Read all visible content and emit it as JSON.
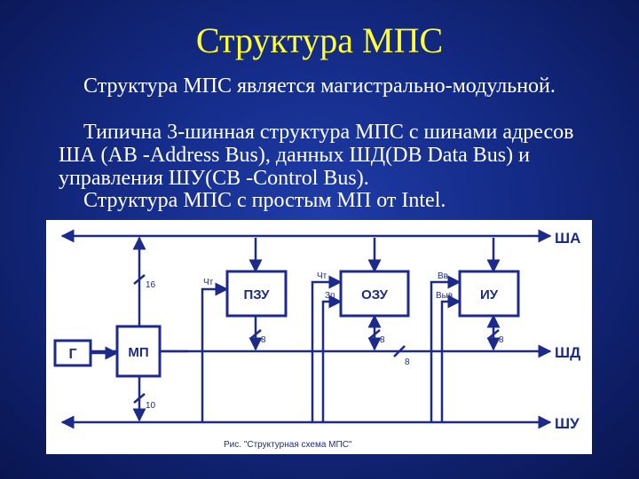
{
  "slide": {
    "title": "Структура МПС",
    "paragraphs": [
      "Структура МПС является магистрально-модульной.",
      "Типична 3-шинная структура МПС с шинами адресов ША (AB -Address Bus), данных ШД(DB Data Bus) и управления ШУ(CB -Control Bus).",
      "Структура МПС с простым МП от Intel."
    ]
  },
  "diagram": {
    "buses": {
      "address": "ША",
      "data": "ШД",
      "control": "ШУ"
    },
    "blocks": {
      "generator": "Г",
      "cpu": "МП",
      "rom": "ПЗУ",
      "ram": "ОЗУ",
      "io": "ИУ"
    },
    "signals": {
      "rom_read": "Чт",
      "ram_read": "Чт",
      "ram_write": "Зп",
      "io_in": "Вв",
      "io_out": "Выв"
    },
    "widths": {
      "cpu_address": "16",
      "cpu_control": "10",
      "rom_data": "8",
      "ram_data": "8",
      "io_data": "8",
      "bus_data": "8"
    },
    "caption": "Рис. \"Структурная схема МПС\""
  }
}
